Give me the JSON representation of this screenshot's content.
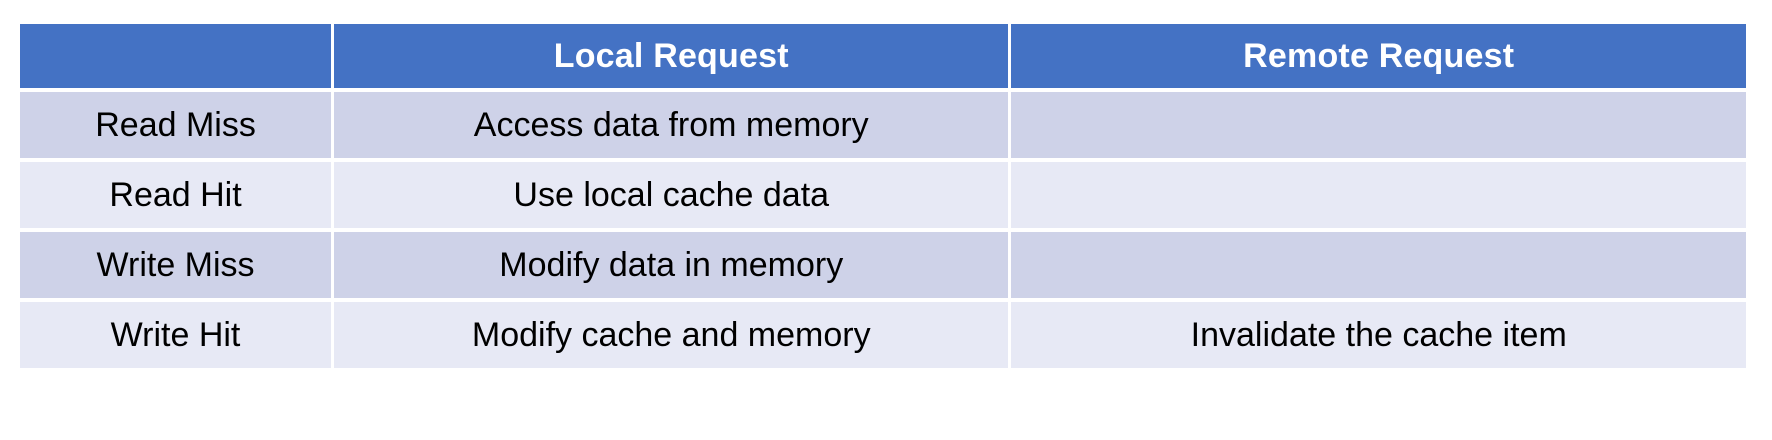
{
  "table": {
    "columns": [
      {
        "key": "operation",
        "label": ""
      },
      {
        "key": "local",
        "label": "Local Request"
      },
      {
        "key": "remote",
        "label": "Remote Request"
      }
    ],
    "rows": [
      {
        "operation": "Read Miss",
        "local": "Access data from memory",
        "remote": ""
      },
      {
        "operation": "Read Hit",
        "local": "Use local cache data",
        "remote": ""
      },
      {
        "operation": "Write Miss",
        "local": "Modify data in memory",
        "remote": ""
      },
      {
        "operation": "Write Hit",
        "local": "Modify cache and memory",
        "remote": "Invalidate the cache item"
      }
    ]
  },
  "colors": {
    "header_background": "#4472C4",
    "header_text": "#FFFFFF",
    "row_dark": "#CED2E8",
    "row_light": "#E7E9F5",
    "body_text": "#000000",
    "page_background": "#FFFFFF"
  }
}
